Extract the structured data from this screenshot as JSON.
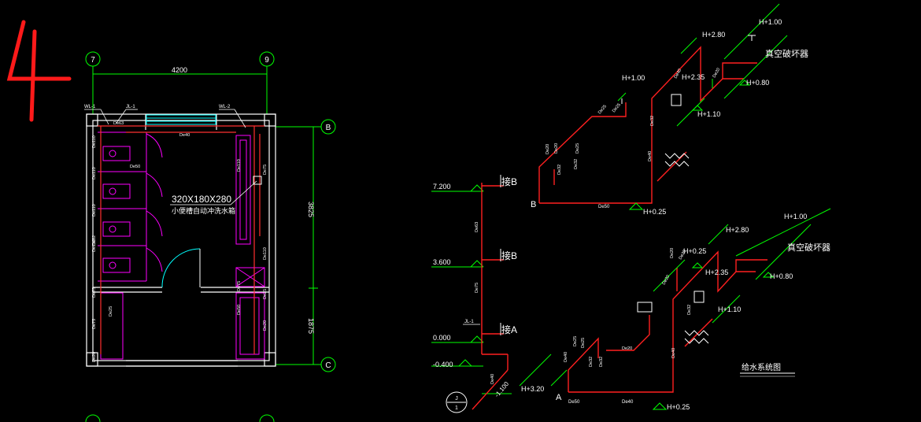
{
  "annotation": {
    "number": "4"
  },
  "colors": {
    "bg": "#000000",
    "wall": "#ffffff",
    "pipe": "#ff0000",
    "fixture": "#ff00ff",
    "dim": "#00ff00",
    "text": "#ffffff",
    "door": "#00ffff",
    "mark": "#ff0000"
  },
  "plan": {
    "axis_left": "7",
    "axis_right": "9",
    "axis_b": "B",
    "axis_c": "C",
    "dim_width": "4200",
    "dim_upper": "3825",
    "dim_lower": "1875",
    "wl1": "WL-1",
    "jl1": "JL-1",
    "wl2": "WL-2",
    "tank_size": "320X180X280",
    "tank_note": "小便槽自动冲洗水箱",
    "pipe_labels": [
      "De63",
      "De40",
      "De50",
      "De110",
      "De110",
      "De110",
      "De110",
      "De32",
      "De75",
      "De25",
      "De75",
      "De20",
      "De110",
      "De75",
      "De25",
      "De110",
      "De75",
      "De20",
      "De50"
    ]
  },
  "riser": {
    "elev_top": "7.200",
    "elev_mid": "3.600",
    "elev_0": "0.000",
    "elev_neg": "-0.400",
    "elev_bot": "-1.100",
    "conn_b1": "接B",
    "conn_b2": "接B",
    "conn_a": "接A",
    "jl_label": "JL-1",
    "pipe_labels": [
      "De63",
      "De75",
      "De40"
    ],
    "section_num": "J",
    "section_den": "1"
  },
  "system_b": {
    "h100": "H+1.00",
    "h280": "H+2.80",
    "h235": "H+2.35",
    "h080": "H+0.80",
    "h100b": "H+1.00",
    "h110": "H+1.10",
    "h025": "H+0.25",
    "vac": "真空破坏器",
    "label_b": "B",
    "de50": "De50",
    "pipe_labels": [
      "De20",
      "De25",
      "De20",
      "De25",
      "De32",
      "De32",
      "De32",
      "De40",
      "De40",
      "De25",
      "De20"
    ]
  },
  "system_a": {
    "h280": "H+2.80",
    "h025": "H+0.25",
    "h100": "H+1.00",
    "h235": "H+2.35",
    "h080": "H+0.80",
    "h110": "H+1.10",
    "h320": "H+3.20",
    "h025b": "H+0.25",
    "vac": "真空破坏器",
    "label_a": "A",
    "de50": "De50",
    "de40": "De40",
    "pipe_labels": [
      "De20",
      "De25",
      "De20",
      "De20",
      "De32",
      "De40",
      "De32",
      "De32",
      "De40",
      "De25",
      "De20"
    ]
  },
  "legend": {
    "title": "给水系统图"
  }
}
